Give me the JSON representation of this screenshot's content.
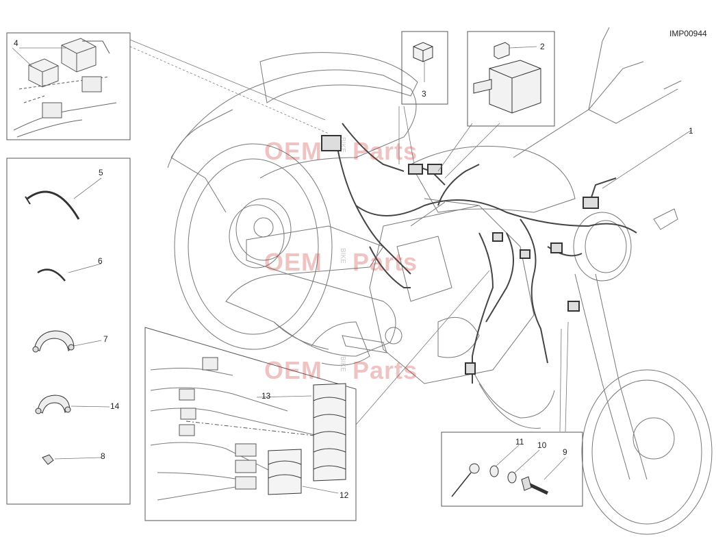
{
  "diagram": {
    "code": "IMP00944",
    "callouts": [
      "1",
      "2",
      "3",
      "4",
      "5",
      "6",
      "7",
      "8",
      "9",
      "10",
      "11",
      "12",
      "13",
      "14"
    ]
  },
  "watermark": {
    "oem": "OEM",
    "bike": "BIKE",
    "parts": "Parts"
  }
}
